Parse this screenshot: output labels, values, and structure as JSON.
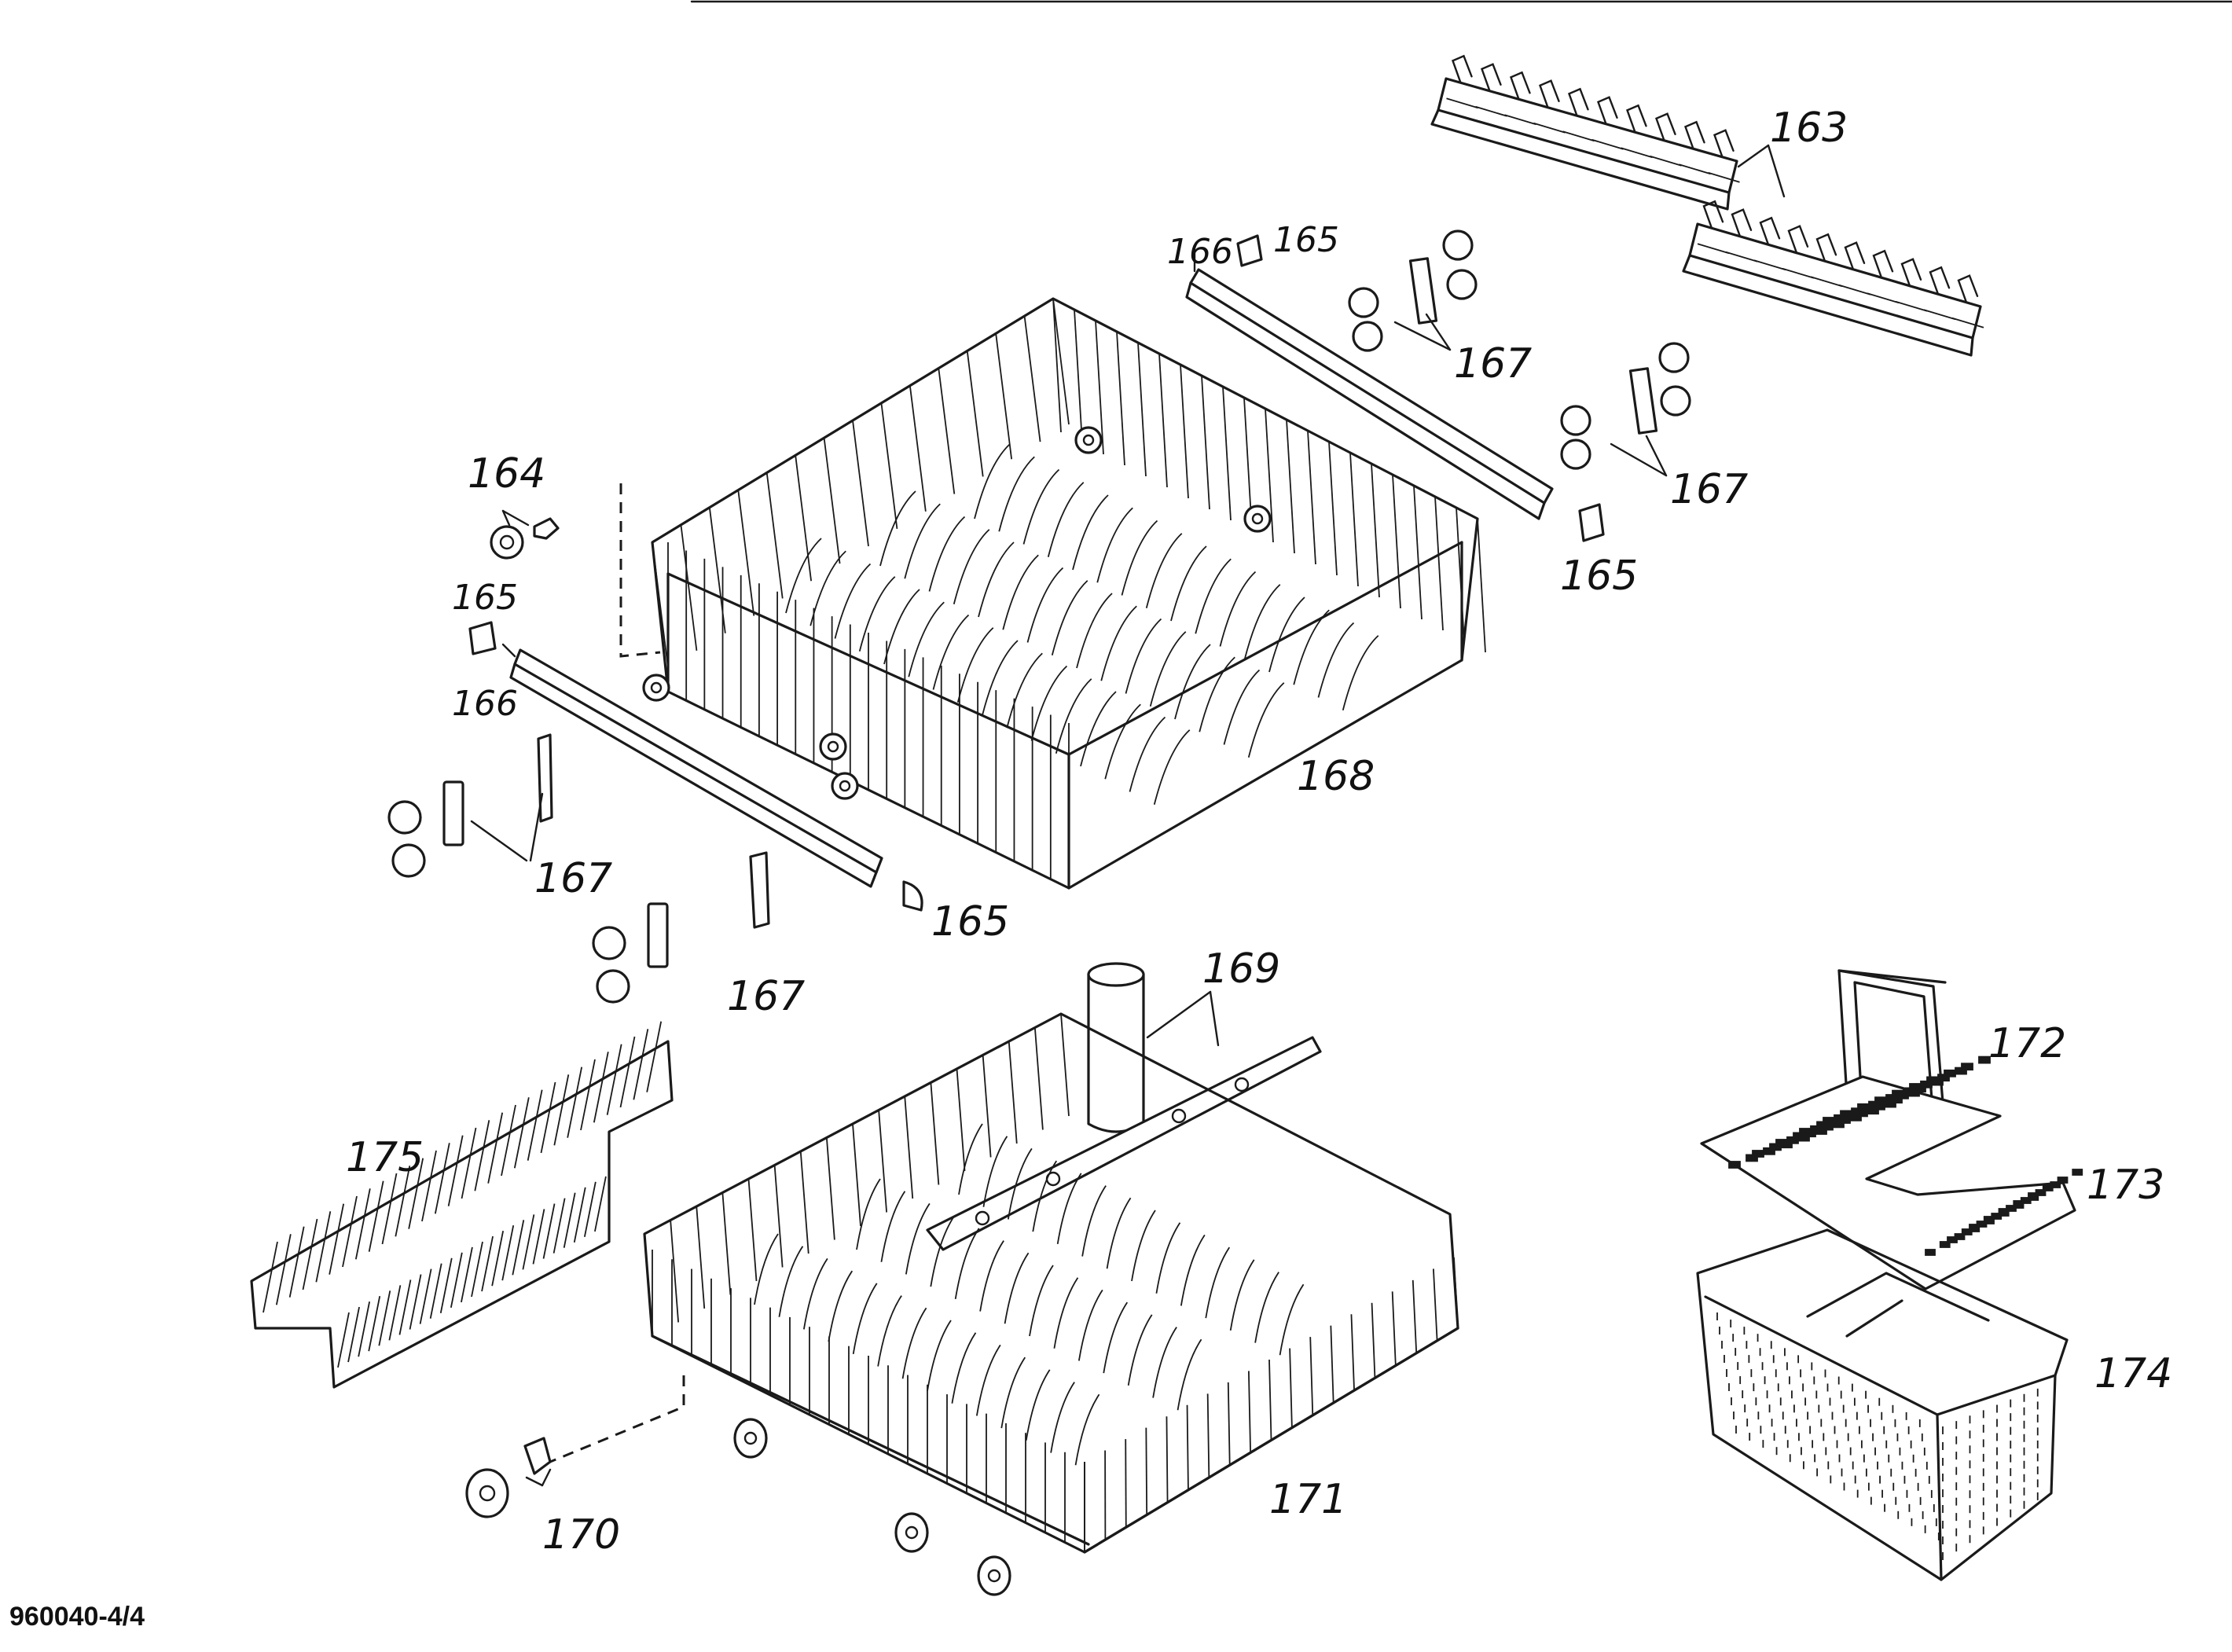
{
  "drawing_code": "960040-4/4",
  "part_labels": {
    "p163": "163",
    "p164": "164",
    "p165a": "165",
    "p165b": "165",
    "p165c": "165",
    "p165d": "165",
    "p166a": "166",
    "p166b": "166",
    "p167a": "167",
    "p167b": "167",
    "p167c": "167",
    "p167d": "167",
    "p168": "168",
    "p169": "169",
    "p170": "170",
    "p171": "171",
    "p172": "172",
    "p173": "173",
    "p174": "174",
    "p175": "175"
  }
}
